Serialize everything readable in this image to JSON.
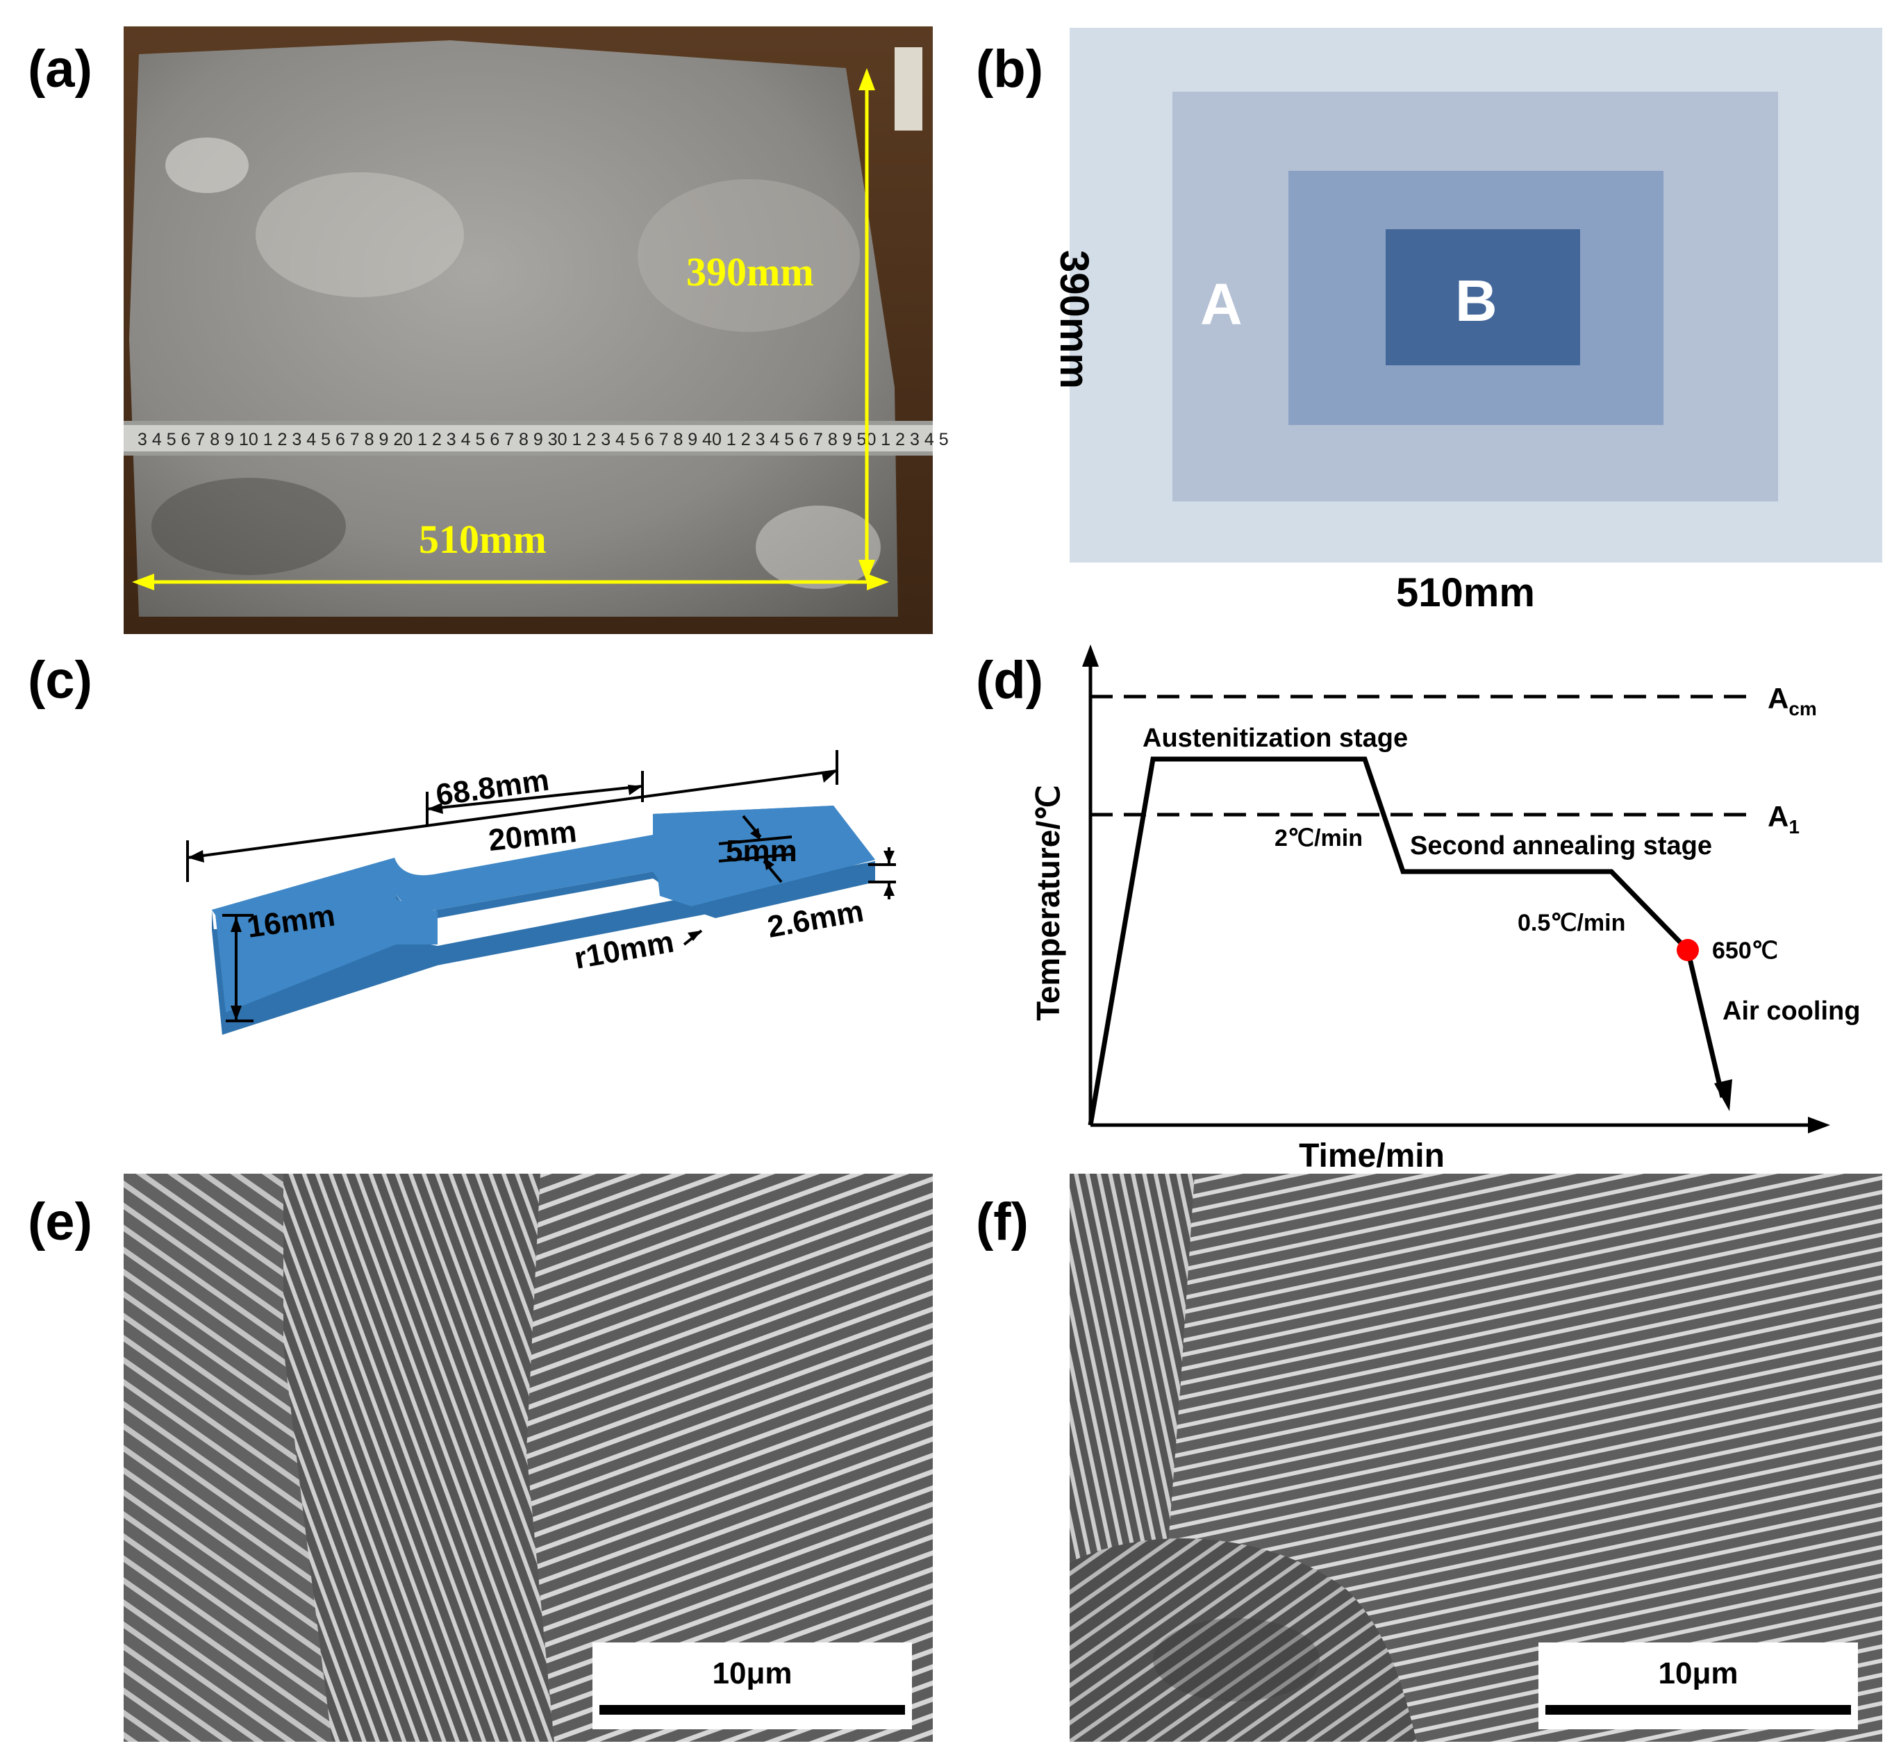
{
  "panels": {
    "a": {
      "label": "(a)",
      "height_dim": "390mm",
      "width_dim": "510mm",
      "ruler_text": "3 4 5 6 7 8 9 10 1 2 3 4 5 6 7 8 9 20 1 2 3 4 5 6 7 8 9 30 1 2 3 4 5 6 7 8 9 40 1 2 3 4 5 6 7 8 9 50 1 2 3 4 5"
    },
    "b": {
      "label": "(b)",
      "height_dim": "390mm",
      "width_dim": "510mm",
      "zone_a": "A",
      "zone_b": "B",
      "colors": [
        "#d3dde8",
        "#b4c0d3",
        "#8ba1c4",
        "#44679a"
      ]
    },
    "c": {
      "label": "(c)",
      "overall_length": "68.8mm",
      "gauge_length": "20mm",
      "gauge_width": "5mm",
      "grip_width": "16mm",
      "radius": "r10mm",
      "thickness": "2.6mm",
      "specimen_color": "#3f87c6"
    },
    "d": {
      "label": "(d)",
      "xlabel": "Time/min",
      "ylabel": "Temperature/℃",
      "acm_main": "A",
      "acm_sub": "cm",
      "a1_main": "A",
      "a1_sub": "1",
      "stage1": "Austenitization stage",
      "rate1": "2℃/min",
      "stage2": "Second annealing stage",
      "rate2": "0.5℃/min",
      "temp_point": "650℃",
      "cooling": "Air cooling",
      "point_color": "#ff0000"
    },
    "e": {
      "label": "(e)",
      "scale": "10μm"
    },
    "f": {
      "label": "(f)",
      "scale": "10μm"
    }
  }
}
